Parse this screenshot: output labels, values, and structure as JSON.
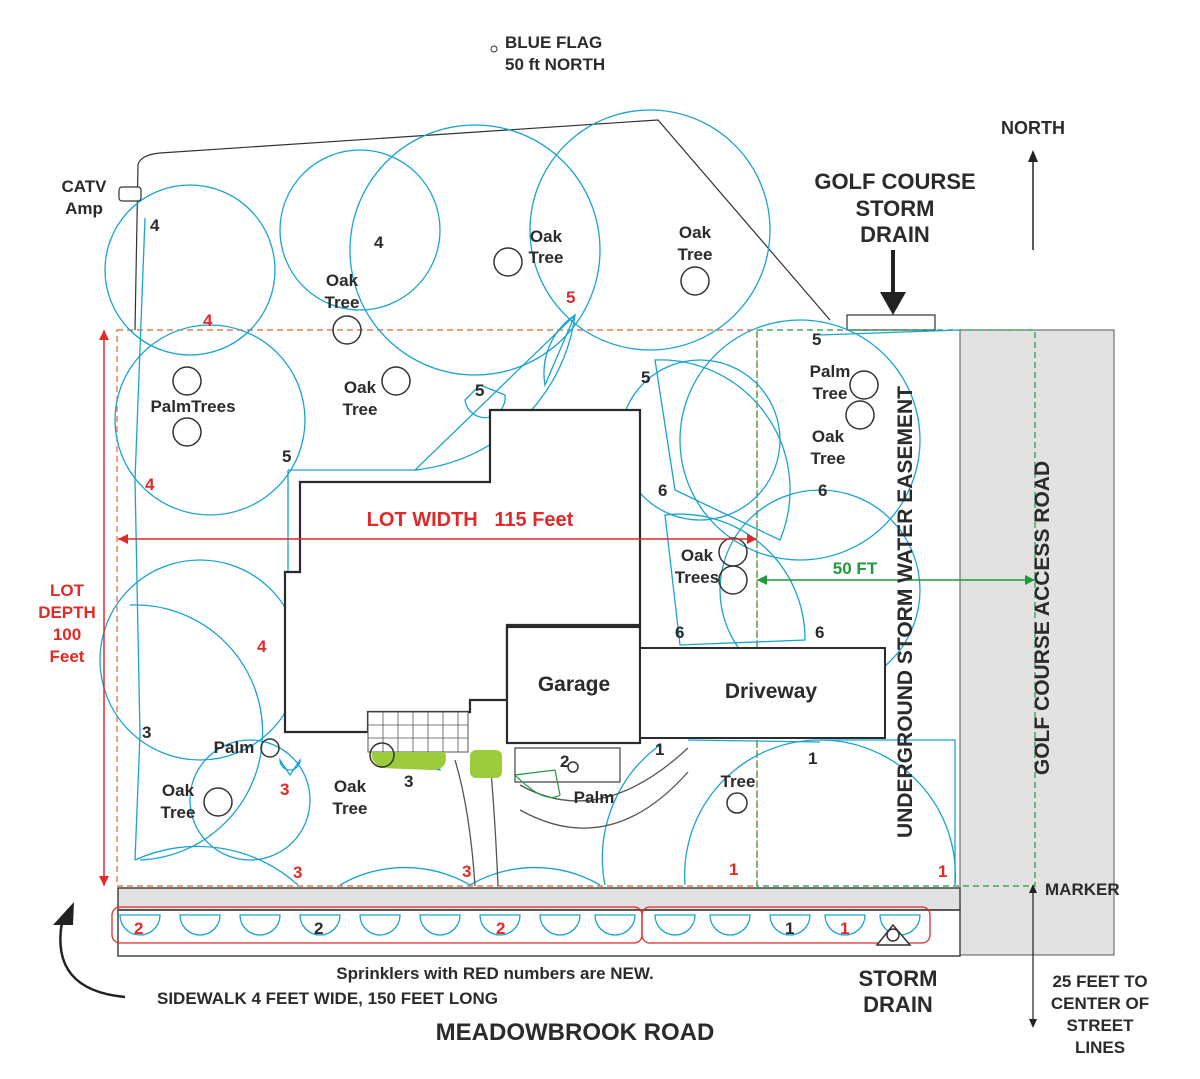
{
  "labels": {
    "blue_flag": "BLUE FLAG",
    "blue_flag_2": "50 ft NORTH",
    "north": "NORTH",
    "golf_drain_1": "GOLF COURSE",
    "golf_drain_2": "STORM",
    "golf_drain_3": "DRAIN",
    "catv_1": "CATV",
    "catv_2": "Amp",
    "lot_width": "LOT WIDTH   115 Feet",
    "lot_depth_1": "LOT",
    "lot_depth_2": "DEPTH",
    "lot_depth_3": "100",
    "lot_depth_4": "Feet",
    "fifty_ft": "50 FT",
    "easement": "UNDERGROUND STORM WATER EASEMENT",
    "access_road": "GOLF COURSE ACCESS ROAD",
    "garage": "Garage",
    "driveway": "Driveway",
    "marker": "MARKER",
    "storm_drain_1": "STORM",
    "storm_drain_2": "DRAIN",
    "note_red": "Sprinklers with RED numbers are NEW.",
    "sidewalk": "SIDEWALK 4 FEET WIDE, 150 FEET LONG",
    "road": "MEADOWBROOK ROAD",
    "center_1": "25 FEET TO",
    "center_2": "CENTER OF",
    "center_3": "STREET",
    "center_4": "LINES"
  },
  "trees": {
    "oak_1": "Oak",
    "oak_2": "Tree",
    "palm_trees": "PalmTrees",
    "palm": "Palm",
    "palm_tree_1": "Palm",
    "palm_tree_2": "Tree",
    "oak_trees_1": "Oak",
    "oak_trees_2": "Trees",
    "tree": "Tree"
  },
  "zones": {
    "z1": "1",
    "z2": "2",
    "z3": "3",
    "z4": "4",
    "z5": "5",
    "z6": "6"
  },
  "colors": {
    "spray": "#1aa3d1",
    "new_zone": "#e02a2a",
    "easement": "#1f9a3a",
    "outline": "#2b2b2b",
    "road": "#e2e2e2",
    "shrub": "#9ccb3b"
  }
}
